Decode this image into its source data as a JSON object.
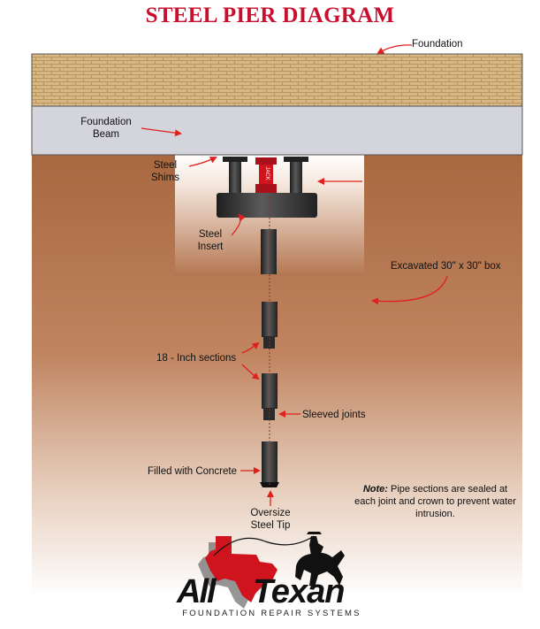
{
  "title": "STEEL PIER DIAGRAM",
  "labels": {
    "foundation": "Foundation",
    "foundation_beam_line1": "Foundation",
    "foundation_beam_line2": "Beam",
    "steel_shims_line1": "Steel",
    "steel_shims_line2": "Shims",
    "jack": "JACK",
    "steel_insert_line1": "Steel",
    "steel_insert_line2": "Insert",
    "excavated_box": "Excavated 30\" x 30\" box",
    "sections": "18 - Inch sections",
    "sleeved_joints": "Sleeved joints",
    "filled_concrete": "Filled with Concrete",
    "oversize_tip_line1": "Oversize",
    "oversize_tip_line2": "Steel Tip"
  },
  "note": {
    "prefix": "Note:",
    "text": "Pipe sections are sealed at each joint and crown to prevent water intrusion."
  },
  "logo": {
    "word1": "All",
    "word2": "Texan",
    "subtitle": "FOUNDATION REPAIR SYSTEMS"
  },
  "colors": {
    "title": "#c8102e",
    "arrow": "#e0201c",
    "soil": "#b3744a",
    "beam": "#d4d4dc",
    "brick": "#d8b783",
    "pipe": "#3a3a3a",
    "jack": "#d0141e",
    "logo_red": "#d0141e"
  }
}
